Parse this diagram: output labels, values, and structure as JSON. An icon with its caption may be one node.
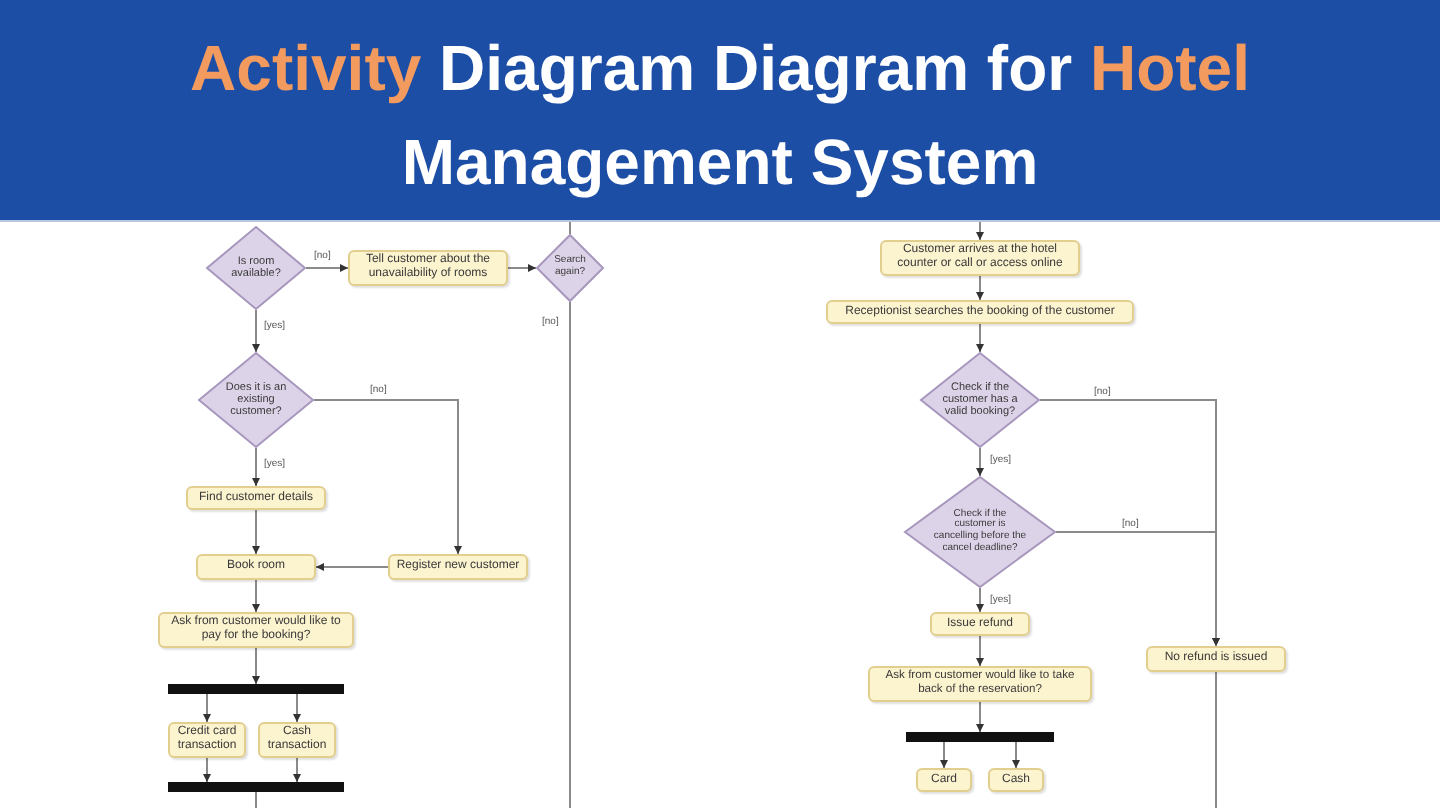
{
  "diagram": {
    "title": "**Activity** Diagram Diagram for **Hotel** Management System",
    "nodes": [
      {
        "text": [
          "Is room available?"
        ]
      },
      {
        "text": [
          "Tell customer about the unavailability of rooms"
        ]
      },
      {
        "text": [
          "Search again?"
        ]
      },
      {
        "text": [
          "Does it is an existing customer?"
        ]
      },
      {
        "text": [
          "Find customer details"
        ]
      },
      {
        "text": [
          "Book room"
        ]
      },
      {
        "text": [
          "Register new customer"
        ]
      },
      {
        "text": [
          "Ask from customer would like to pay for the booking?"
        ]
      },
      {
        "text": [],
        "shape": "bar"
      },
      {
        "text": [
          "Credit card transaction"
        ]
      },
      {
        "text": [
          "Cash transaction"
        ]
      },
      {
        "text": [],
        "shape": "bar"
      },
      {
        "text": [
          "Customer arrives at the hotel counter or call or access online"
        ]
      },
      {
        "text": [
          "Receptionist searches the booking of the customer"
        ]
      },
      {
        "text": [
          "Check if the customer has a valid booking?"
        ]
      },
      {
        "text": [
          "Check if the customer is cancelling before the cancel deadline?"
        ]
      },
      {
        "text": [
          "Issue refund"
        ]
      },
      {
        "text": [
          "Ask from customer would like to take back of the reservation?"
        ]
      },
      {
        "text": [],
        "shape": "bar"
      },
      {
        "text": [
          "Card"
        ]
      },
      {
        "text": [
          "Cash"
        ]
      },
      {
        "text": [
          "No refund is issued"
        ]
      }
    ],
    "edges": [
      {
        "from": 0,
        "to": 1,
        "arrow": "to",
        "label": "[no]"
      },
      {
        "from": 1,
        "to": 2,
        "arrow": "to"
      },
      {
        "from": 2,
        "to": null,
        "arrow": "none"
      },
      {
        "from": 2,
        "to": null,
        "arrow": "none",
        "label": "[no]"
      },
      {
        "from": 0,
        "to": 3,
        "arrow": "to",
        "label": "[yes]"
      },
      {
        "from": 3,
        "to": 6,
        "arrow": "to",
        "label": "[no]"
      },
      {
        "from": 3,
        "to": 4,
        "arrow": "to",
        "label": "[yes]"
      },
      {
        "from": 4,
        "to": 5,
        "arrow": "to"
      },
      {
        "from": 6,
        "to": 5,
        "arrow": "to"
      },
      {
        "from": 5,
        "to": 7,
        "arrow": "to"
      },
      {
        "from": 7,
        "to": 8,
        "arrow": "to"
      },
      {
        "from": 8,
        "to": 9,
        "arrow": "to"
      },
      {
        "from": 8,
        "to": 10,
        "arrow": "to"
      },
      {
        "from": 9,
        "to": 11,
        "arrow": "to"
      },
      {
        "from": 10,
        "to": 11,
        "arrow": "to"
      },
      {
        "from": 11,
        "to": null,
        "arrow": "none"
      },
      {
        "from": null,
        "to": 12,
        "arrow": "to"
      },
      {
        "from": 12,
        "to": 13,
        "arrow": "to"
      },
      {
        "from": 13,
        "to": 14,
        "arrow": "to"
      },
      {
        "from": 14,
        "to": 15,
        "arrow": "to",
        "label": "[yes]"
      },
      {
        "from": 14,
        "to": 21,
        "arrow": "to",
        "label": "[no]"
      },
      {
        "from": 15,
        "to": 21,
        "arrow": "to",
        "label": "[no]"
      },
      {
        "from": 15,
        "to": 16,
        "arrow": "to",
        "label": "[yes]"
      },
      {
        "from": 16,
        "to": 17,
        "arrow": "to"
      },
      {
        "from": 17,
        "to": 18,
        "arrow": "to"
      },
      {
        "from": 18,
        "to": 19,
        "arrow": "to"
      },
      {
        "from": 18,
        "to": 20,
        "arrow": "to"
      },
      {
        "from": 21,
        "to": null,
        "arrow": "none"
      }
    ]
  }
}
